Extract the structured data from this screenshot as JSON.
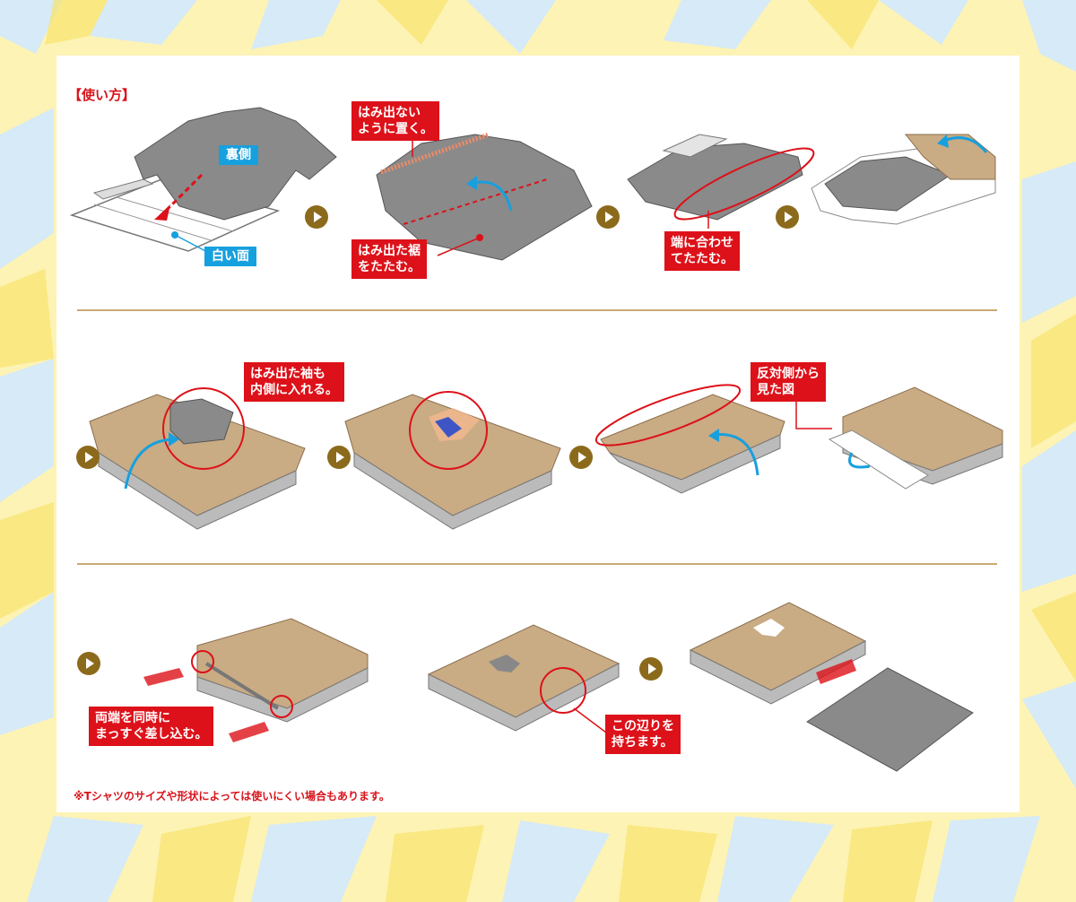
{
  "title": "【使い方】",
  "labels": {
    "ura": "裏側",
    "shiroi": "白い面",
    "hamidasanai": "はみ出ない\nように置く。",
    "hamidashita_suso": "はみ出た裾\nをたたむ。",
    "hashi_awase": "端に合わせ\nてたたむ。",
    "sode": "はみ出た袖も\n内側に入れる。",
    "hantai": "反対側から\n見た図",
    "ryohashi": "両端を同時に\nまっすぐ差し込む。",
    "kono_atari": "この辺りを\n持ちます。"
  },
  "note": "※Tシャツのサイズや形状によっては使いにくい場合もあります。",
  "colors": {
    "red": "#dd1119",
    "blue": "#17a0de",
    "shirt": "#8a8a8a",
    "cardboard": "#c9ab84",
    "step_arrow": "#8c6a1b",
    "rule": "#c9ab72"
  }
}
